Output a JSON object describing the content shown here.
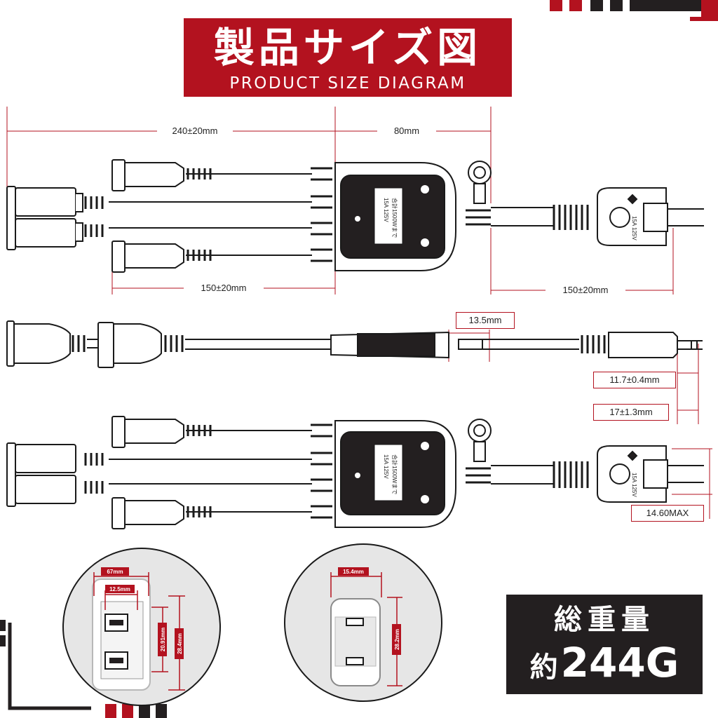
{
  "header": {
    "title_jp": "製品サイズ図",
    "title_en": "PRODUCT SIZE DIAGRAM"
  },
  "dimensions": {
    "top_total_length": "240±20mm",
    "hub_length": "80mm",
    "branch_length": "150±20mm",
    "plug_cord_length": "150±20mm",
    "hub_thickness": "13.5mm",
    "plug_thickness": "11.7±0.4mm",
    "plug_height": "17±1.3mm",
    "plug_max_width": "14.60MAX"
  },
  "hub_markings": {
    "rating": "15A 125V",
    "total": "合計1500Wまで"
  },
  "plug_markings": {
    "rating": "15A 125V"
  },
  "detail_left": {
    "width_total": "67mm",
    "width_inner": "12.5mm",
    "height_inner": "20.91mm",
    "height_total": "28.4mm"
  },
  "detail_right": {
    "width": "15.4mm",
    "height": "28.2mm"
  },
  "weight": {
    "label": "総重量",
    "prefix": "約",
    "value": "244G"
  },
  "colors": {
    "accent": "#b3121f",
    "dark": "#231f20",
    "line": "#1a1a1a"
  }
}
